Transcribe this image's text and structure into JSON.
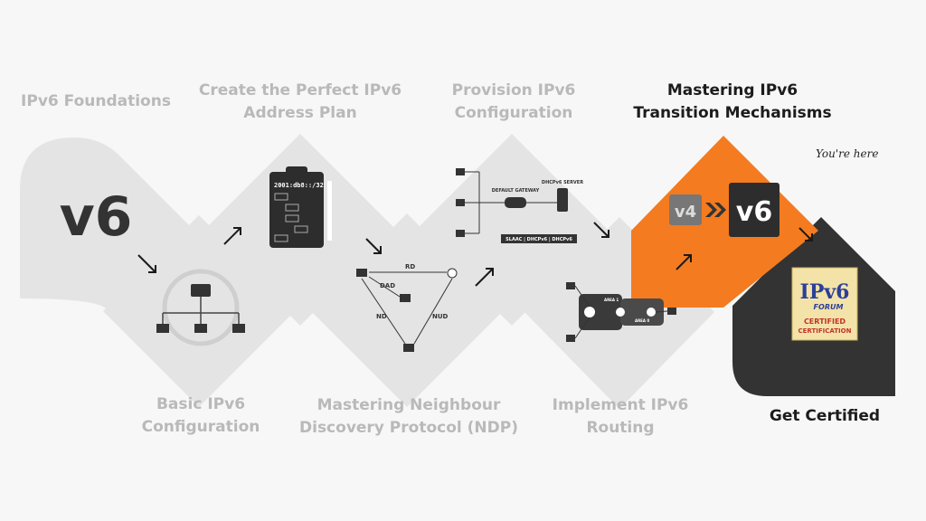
{
  "steps": [
    {
      "id": "foundations",
      "lines": [
        "IPv6 Foundations"
      ],
      "state": "done"
    },
    {
      "id": "basic-config",
      "lines": [
        "Basic IPv6",
        "Configuration"
      ],
      "state": "done"
    },
    {
      "id": "address-plan",
      "lines": [
        "Create the Perfect IPv6",
        "Address Plan"
      ],
      "state": "done"
    },
    {
      "id": "ndp",
      "lines": [
        "Mastering Neighbour",
        "Discovery Protocol (NDP)"
      ],
      "state": "done"
    },
    {
      "id": "provision",
      "lines": [
        "Provision IPv6",
        "Configuration"
      ],
      "state": "done"
    },
    {
      "id": "routing",
      "lines": [
        "Implement IPv6",
        "Routing"
      ],
      "state": "done"
    },
    {
      "id": "transition",
      "lines": [
        "Mastering IPv6",
        "Transition Mechanisms"
      ],
      "state": "current"
    },
    {
      "id": "certified",
      "lines": [
        "Get Certified"
      ],
      "state": "next"
    }
  ],
  "you_are_here": "You're here",
  "icons": {
    "foundations_logo": "v6",
    "address_plan_prefix": "2001:db8::/32",
    "ndp_links": [
      "RD",
      "DAD",
      "ND",
      "NUD"
    ],
    "provision_labels": [
      "DEFAULT GATEWAY",
      "DHCPv6 SERVER",
      "SLAAC | DHCPv6 | DHCPv6"
    ],
    "routing_areas": [
      "AREA 1",
      "AREA 0"
    ],
    "transition_from": "v4",
    "transition_to": "v6",
    "badge": {
      "main": "IPv6",
      "sub": "FORUM",
      "line1": "CERTIFIED",
      "line2": "CERTIFICATION"
    }
  },
  "colors": {
    "done": "#e4e4e4",
    "current": "#f47b20",
    "next": "#333333",
    "label_done": "#b9b9b9",
    "label_active": "#1c1c1c"
  }
}
